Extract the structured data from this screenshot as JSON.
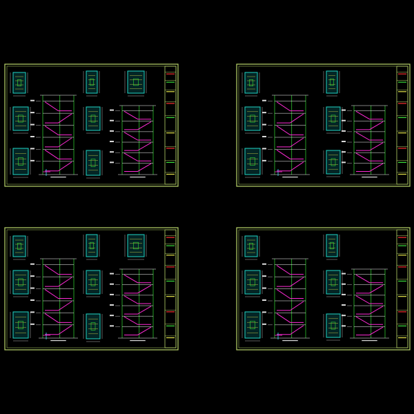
{
  "drawing": {
    "sheet_count": 4,
    "colors": {
      "background": "#000000",
      "frame": "#b9d66a",
      "plan_outline": "#1fd6c8",
      "stair_flight": "#ff2bd6",
      "column_lines": "#35e035",
      "dimension": "#e8e8e8",
      "annotation": "#e8e84a",
      "title_block_accent": "#ff3030"
    },
    "sheets": [
      {
        "id": "sheet-top-left",
        "plans": 7,
        "elevations": 2,
        "flights": 6
      },
      {
        "id": "sheet-top-right",
        "plans": 6,
        "elevations": 2,
        "flights": 6
      },
      {
        "id": "sheet-bottom-left",
        "plans": 7,
        "elevations": 2,
        "flights": 6
      },
      {
        "id": "sheet-bottom-right",
        "plans": 6,
        "elevations": 2,
        "flights": 6
      }
    ]
  }
}
